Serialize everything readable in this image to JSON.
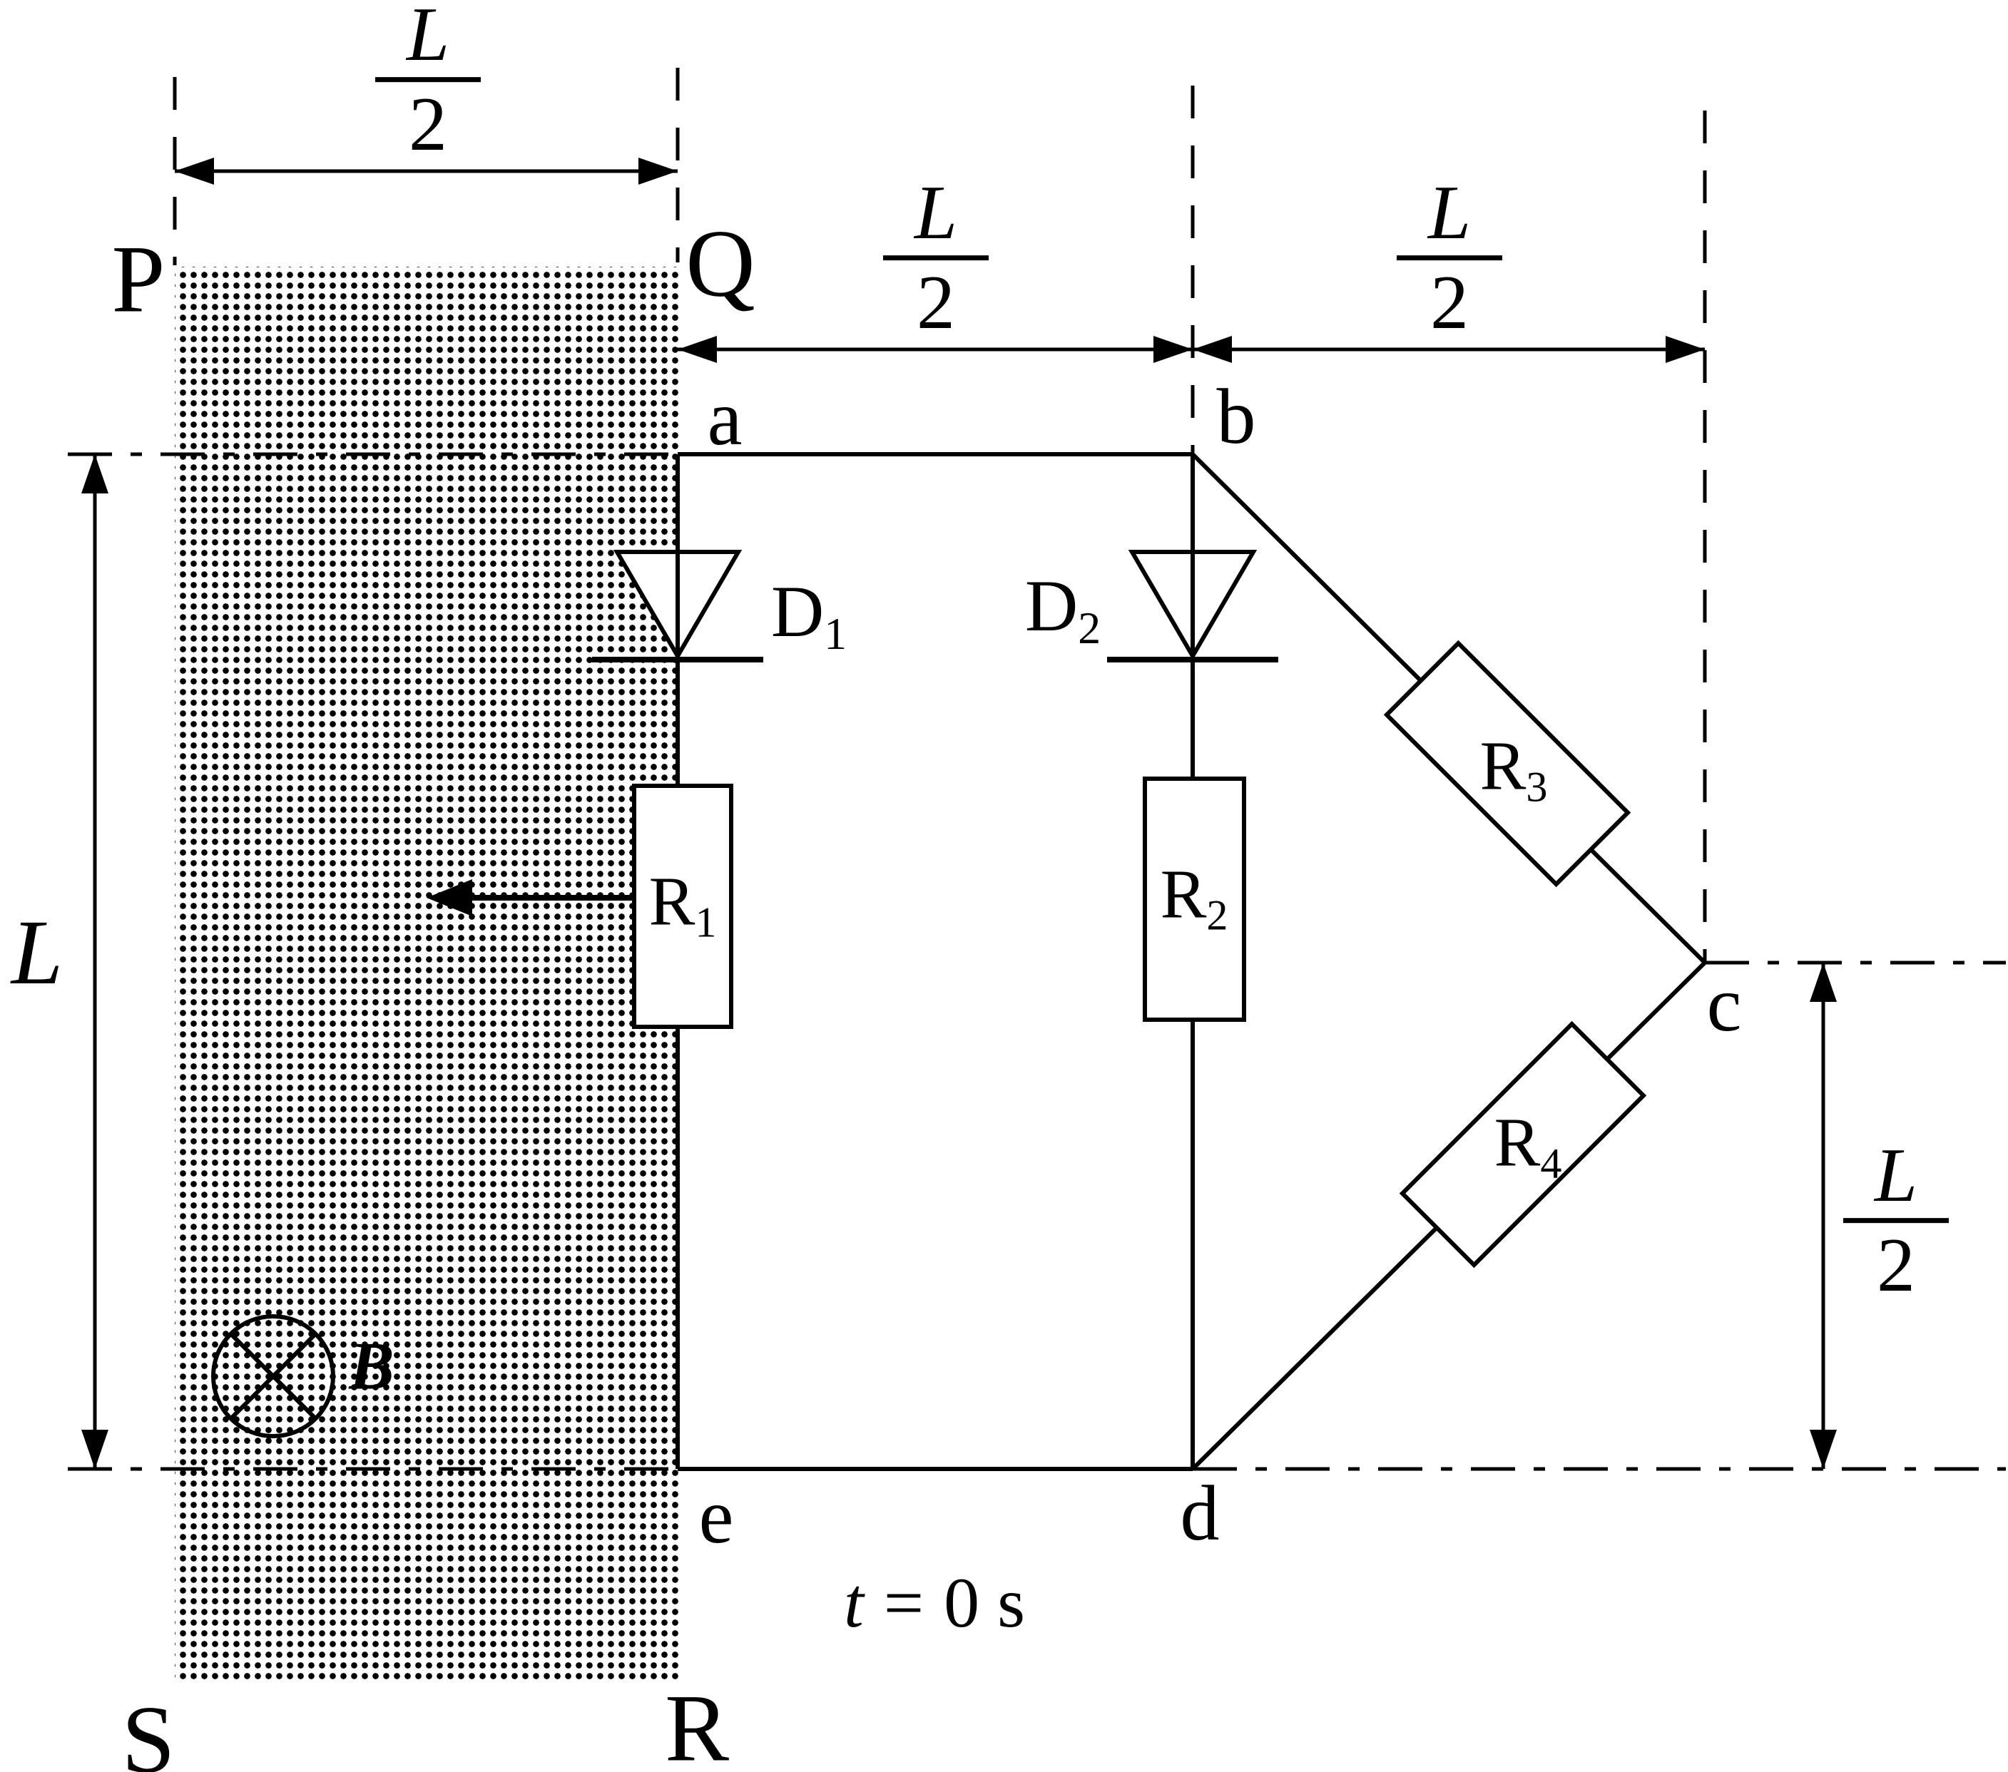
{
  "figure": {
    "colors": {
      "ink": "#000000",
      "paper": "#ffffff"
    },
    "field": {
      "label": "B",
      "corners": {
        "top_left": "P",
        "top_right": "Q",
        "bottom_right": "R",
        "bottom_left": "S"
      }
    },
    "nodes": {
      "a": "a",
      "b": "b",
      "c": "c",
      "d": "d",
      "e": "e"
    },
    "components": {
      "d1": {
        "name": "D",
        "sub": "1"
      },
      "d2": {
        "name": "D",
        "sub": "2"
      },
      "r1": {
        "name": "R",
        "sub": "1"
      },
      "r2": {
        "name": "R",
        "sub": "2"
      },
      "r3": {
        "name": "R",
        "sub": "3"
      },
      "r4": {
        "name": "R",
        "sub": "4"
      }
    },
    "dimensions": {
      "full_length": "L",
      "half_length": {
        "num": "L",
        "den": "2"
      }
    },
    "caption": {
      "var": "t",
      "eq": "=",
      "value": "0 s"
    }
  }
}
